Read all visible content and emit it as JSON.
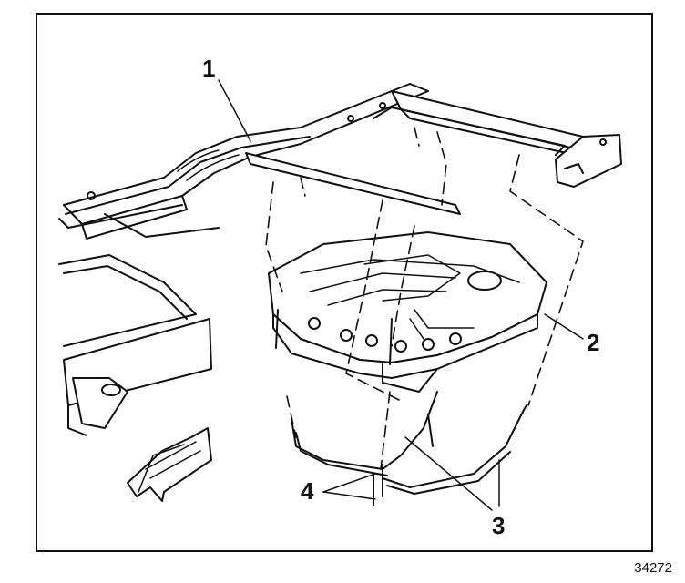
{
  "figure": {
    "figure_number": "34272",
    "callouts": [
      {
        "id": "1",
        "label": "1"
      },
      {
        "id": "2",
        "label": "2"
      },
      {
        "id": "3",
        "label": "3"
      },
      {
        "id": "4",
        "label": "4"
      }
    ],
    "icons": [
      "front-direction-arrow-icon"
    ],
    "colors": {
      "ink": "#111111",
      "paper": "#ffffff"
    }
  }
}
